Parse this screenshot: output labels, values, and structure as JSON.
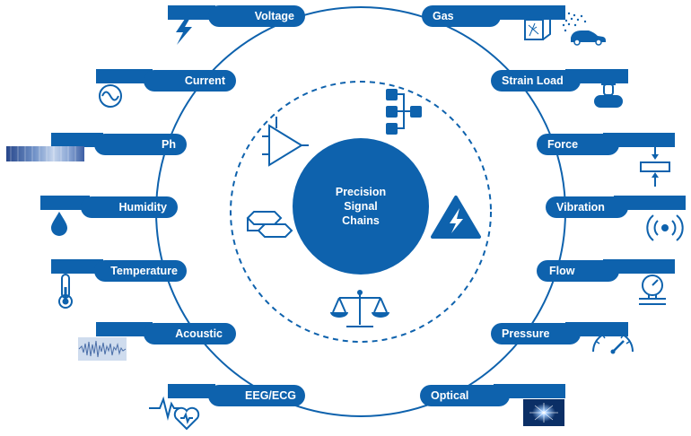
{
  "center": {
    "line1": "Precision",
    "line2": "Signal",
    "line3": "Chains"
  },
  "colors": {
    "primary": "#0e62ad",
    "background": "#ffffff"
  },
  "left_labels": [
    {
      "text": "Voltage",
      "icon": "lightning-bolt-icon"
    },
    {
      "text": "Current",
      "icon": "sine-wave-icon"
    },
    {
      "text": "Ph",
      "icon": "ph-gradient-strip-icon"
    },
    {
      "text": "Humidity",
      "icon": "water-drop-icon"
    },
    {
      "text": "Temperature",
      "icon": "thermometer-icon"
    },
    {
      "text": "Acoustic",
      "icon": "sound-waveform-icon"
    },
    {
      "text": "EEG/ECG",
      "icon": "heartbeat-icon"
    }
  ],
  "right_labels": [
    {
      "text": "Gas",
      "icon": "gas-cube-car-icon"
    },
    {
      "text": "Strain Load",
      "icon": "strain-gauge-icon"
    },
    {
      "text": "Force",
      "icon": "force-arrows-icon"
    },
    {
      "text": "Vibration",
      "icon": "vibration-rings-icon"
    },
    {
      "text": "Flow",
      "icon": "flow-meter-icon"
    },
    {
      "text": "Pressure",
      "icon": "pressure-gauge-icon"
    },
    {
      "text": "Optical",
      "icon": "light-flare-icon"
    }
  ],
  "inner_icons": [
    "hierarchy-icon",
    "amplifier-icon",
    "power-warning-icon",
    "logic-blocks-icon",
    "balance-scale-icon"
  ]
}
